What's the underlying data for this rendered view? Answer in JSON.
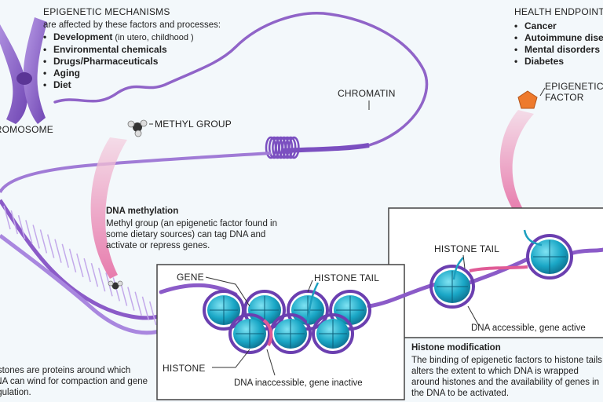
{
  "mechanisms": {
    "title": "EPIGENETIC MECHANISMS",
    "subtitle": "are affected by these factors and processes:",
    "items": [
      {
        "label": "Development",
        "note": "(in utero, childhood )"
      },
      {
        "label": "Environmental chemicals",
        "note": ""
      },
      {
        "label": "Drugs/Pharmaceuticals",
        "note": ""
      },
      {
        "label": "Aging",
        "note": ""
      },
      {
        "label": "Diet",
        "note": ""
      }
    ]
  },
  "health": {
    "title": "HEALTH ENDPOINTS",
    "items": [
      "Cancer",
      "Autoimmune disease",
      "Mental disorders",
      "Diabetes"
    ]
  },
  "labels": {
    "chromosome": "CHROMOSOME",
    "chromatin": "CHROMATIN",
    "methyl_group": "METHYL GROUP",
    "epigenetic_factor_line1": "EPIGENETIC",
    "epigenetic_factor_line2": "FACTOR",
    "histone_tail_right": "HISTONE TAIL"
  },
  "dna_methylation": {
    "title": "DNA methylation",
    "body": "Methyl group (an epigenetic factor found in some dietary sources) can tag DNA and activate or repress genes."
  },
  "left_box": {
    "gene": "GENE",
    "histone_tail": "HISTONE TAIL",
    "histone": "HISTONE",
    "caption": "DNA inaccessible, gene inactive"
  },
  "right_box": {
    "caption": "DNA accessible, gene active"
  },
  "histones_note": "Histones are proteins around which DNA can wind for compaction and gene regulation.",
  "histone_modification": {
    "title": "Histone modification",
    "body": "The binding of epigenetic factors to histone tails alters the extent to which DNA is wrapped around histones and the availability of genes in the DNA to be activated."
  },
  "colors": {
    "background": "#f3f8fb",
    "dna_purple": "#9064c8",
    "histone_cyan": "#1aa7c6",
    "histone_ring": "#6b3fb0",
    "arrow_pink": "#f2c2d8",
    "factor_orange": "#ee7a2c"
  },
  "icons": [
    "chromosome-icon",
    "methyl-group-icon",
    "epigenetic-factor-icon",
    "chromatin-coil-icon",
    "nucleosome-icon"
  ]
}
